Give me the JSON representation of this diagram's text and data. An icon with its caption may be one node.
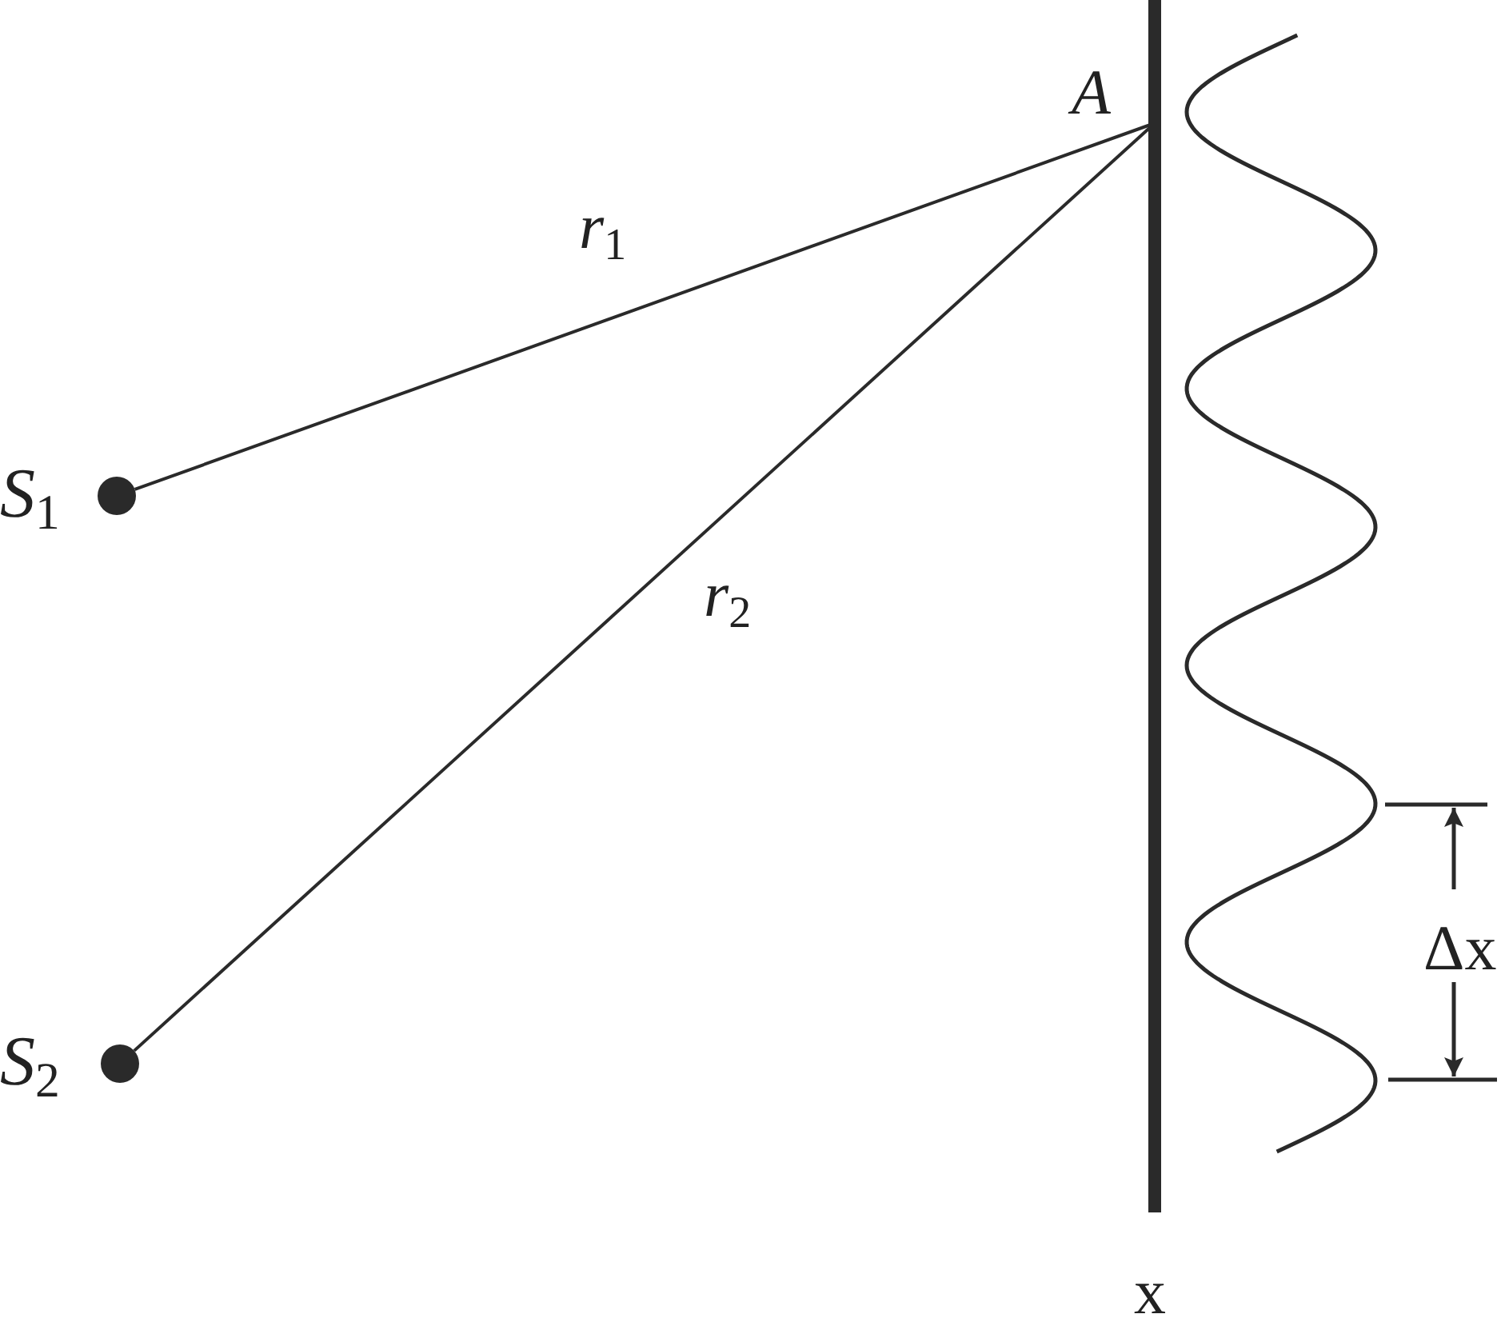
{
  "diagram": {
    "nodes": [
      {
        "text": [
          "*S*$_{1}$"
        ]
      },
      {
        "text": [
          "*S*$_{2}$"
        ]
      },
      {
        "text": [
          "A"
        ]
      }
    ],
    "edges": [
      {
        "from": 0,
        "to": 2,
        "arrow": "none",
        "label": "*r*$_{1}$"
      },
      {
        "from": 1,
        "to": 2,
        "arrow": "none",
        "label": "*r*$_{2}$"
      }
    ],
    "labels": [
      "Δx",
      "x"
    ]
  }
}
